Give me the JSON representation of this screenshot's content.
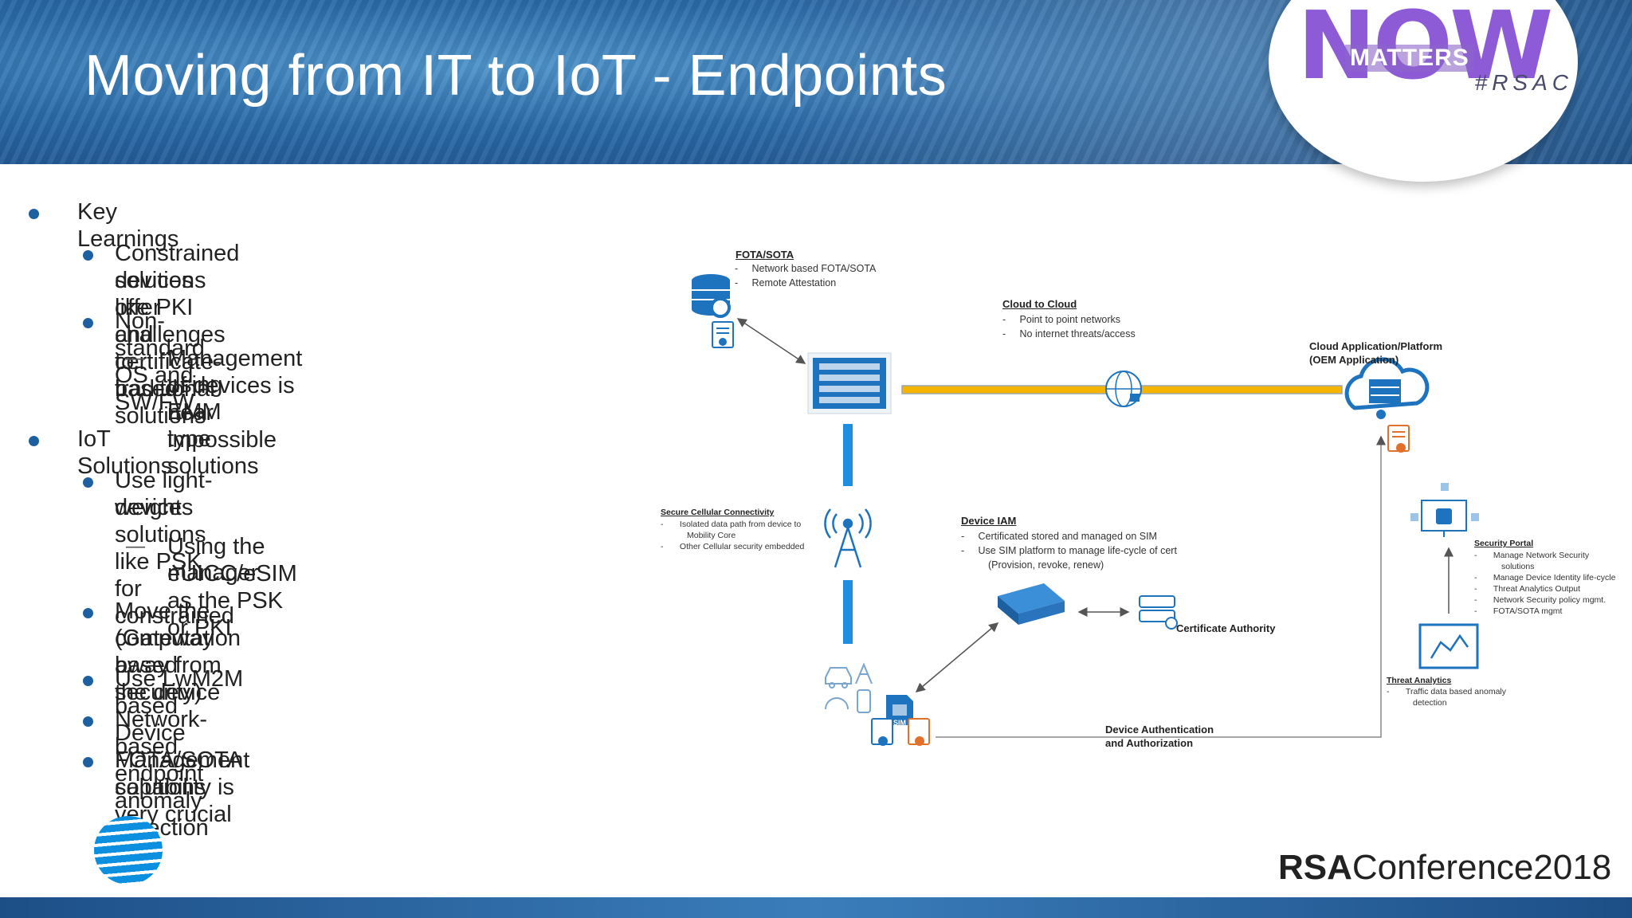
{
  "slide": {
    "title": "Moving from IT to IoT - Endpoints",
    "badge_text": "MATTERS",
    "badge_big": "NOW",
    "hashtag": "#RSAC",
    "footer_brand_bold": "RSA",
    "footer_brand_rest": "Conference2018"
  },
  "bullets": [
    {
      "level": 1,
      "text": "Key Learnings"
    },
    {
      "level": 2,
      "text": "Constrained devices offer challenges to traditional"
    },
    {
      "level": 2,
      "text": "solutions like PKI and certificate-based solutions"
    },
    {
      "level": 2,
      "text": "Non-standard OS and SW/FW"
    },
    {
      "level": 3,
      "text": "Management of devices is near impossible"
    },
    {
      "level": 3,
      "text": "using EMM type solutions"
    },
    {
      "level": 1,
      "text": "IoT Solutions"
    },
    {
      "level": 2,
      "text": "Use light-weight solutions like PSK for constrained"
    },
    {
      "level": 2,
      "text": "devices"
    },
    {
      "level": 3,
      "text": "Using the eUICC/eSIM as the PSK or PKI"
    },
    {
      "level": 3,
      "text": "manager"
    },
    {
      "level": 2,
      "text": "Move the computation away from the device"
    },
    {
      "level": 2,
      "text": "(Gateway based security)"
    },
    {
      "level": 2,
      "text": "Use LwM2M based Device Management solutions"
    },
    {
      "level": 2,
      "text": "Network-based endpoint anomaly detection"
    },
    {
      "level": 2,
      "text": "FOTA/SOTA capability is very crucial"
    }
  ],
  "diagram": {
    "fota": {
      "title": "FOTA/SOTA",
      "items": [
        "Network based FOTA/SOTA",
        "Remote Attestation"
      ]
    },
    "cloud_to_cloud": {
      "title": "Cloud to Cloud",
      "items": [
        "Point to point networks",
        "No internet threats/access"
      ]
    },
    "cloud_app": {
      "line1": "Cloud Application/Platform",
      "line2": "(OEM Application)"
    },
    "secure_cellular": {
      "title": "Secure Cellular Connectivity",
      "items": [
        "Isolated data path from device to",
        "Mobility Core",
        "Other Cellular security embedded"
      ]
    },
    "device_iam": {
      "title": "Device IAM",
      "items": [
        "Certificated stored and managed on SIM",
        "Use SIM platform to manage life-cycle of cert",
        "(Provision, revoke, renew)"
      ]
    },
    "cert_authority": "Certificate Authority",
    "security_portal": {
      "title": "Security Portal",
      "items": [
        "Manage Network Security",
        "solutions",
        "Manage Device Identity life-cycle",
        "Threat Analytics Output",
        "Network Security policy mgmt.",
        "FOTA/SOTA mgmt"
      ]
    },
    "threat_analytics": {
      "title": "Threat Analytics",
      "items": [
        "Traffic data based anomaly",
        "detection"
      ]
    },
    "device_auth": {
      "line1": "Device Authentication",
      "line2": "and Authorization"
    },
    "sim_label": "SIM"
  }
}
